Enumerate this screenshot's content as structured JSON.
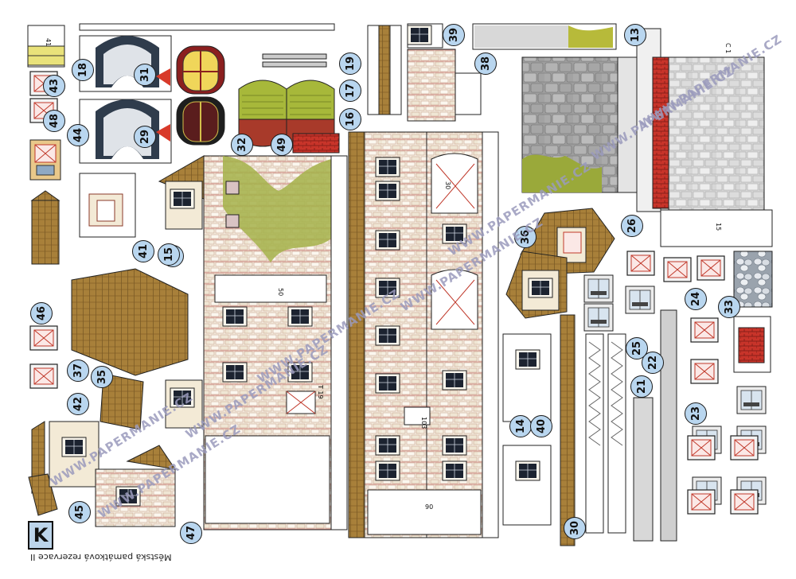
{
  "sheet": {
    "letter": "K",
    "caption": "Městská památková rezervace II",
    "watermark_text": "WWW.PAPERMANIE.CZ"
  },
  "part_numbers": [
    "13",
    "14",
    "15",
    "16",
    "17",
    "18",
    "19",
    "21",
    "22",
    "23",
    "24",
    "25",
    "26",
    "29",
    "30",
    "31",
    "32",
    "33",
    "35",
    "36",
    "37",
    "38",
    "39",
    "40",
    "41",
    "42",
    "43",
    "44",
    "45",
    "46",
    "47",
    "48",
    "49"
  ],
  "colors": {
    "badge_fill": "#b9d6ef",
    "brick_red": "#c0392b",
    "roof_brown": "#9a6f2e",
    "stone_gray": "#9c9c9c",
    "moss_green": "#9aa93a",
    "plaster_cream": "#f3ead6",
    "window_dark": "#1c2330"
  }
}
